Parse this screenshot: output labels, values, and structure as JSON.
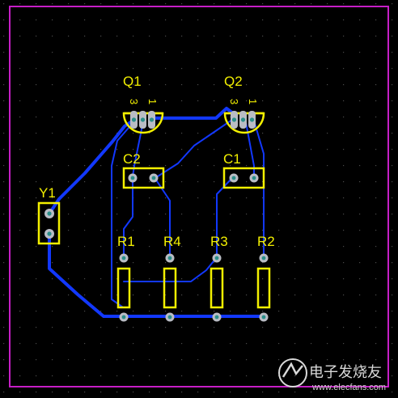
{
  "colors": {
    "background": "#000000",
    "board_outline": "#c61ec6",
    "silkscreen": "#f3f000",
    "bottom_trace": "#1238ff",
    "pad": "#b9bcc4",
    "pad_hole": "#2a8f8a",
    "grid_dot": "#4a4a4a"
  },
  "components": {
    "q1": {
      "ref": "Q1",
      "pin3": "3",
      "pin1": "1"
    },
    "q2": {
      "ref": "Q2",
      "pin3": "3",
      "pin1": "1"
    },
    "c1": {
      "ref": "C1"
    },
    "c2": {
      "ref": "C2"
    },
    "y1": {
      "ref": "Y1"
    },
    "r1": {
      "ref": "R1"
    },
    "r2": {
      "ref": "R2"
    },
    "r3": {
      "ref": "R3"
    },
    "r4": {
      "ref": "R4"
    }
  },
  "watermark": {
    "text": "电子发烧友",
    "url": "www.elecfans.com"
  }
}
